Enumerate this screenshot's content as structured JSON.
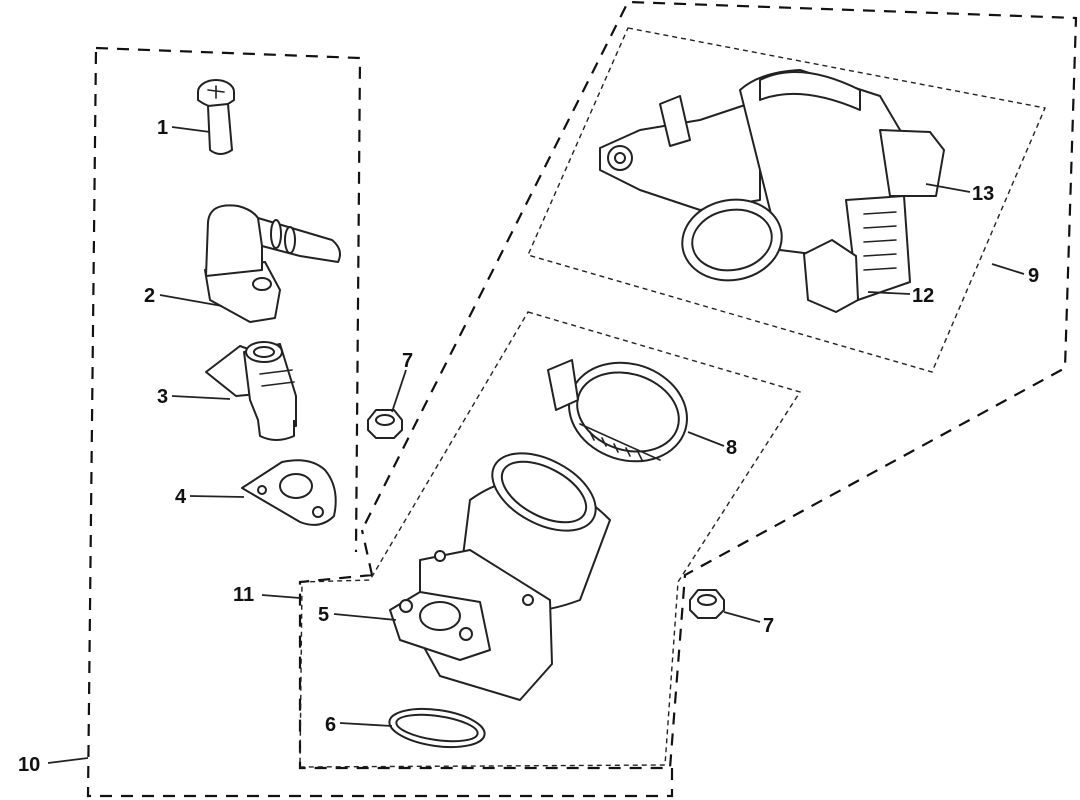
{
  "diagram": {
    "labels": {
      "l1": "1",
      "l2": "2",
      "l3": "3",
      "l4": "4",
      "l5": "5",
      "l6": "6",
      "l7a": "7",
      "l7b": "7",
      "l8": "8",
      "l9": "9",
      "l10": "10",
      "l11": "11",
      "l12": "12",
      "l13": "13"
    },
    "colors": {
      "line": "#222222",
      "background": "#ffffff"
    }
  }
}
